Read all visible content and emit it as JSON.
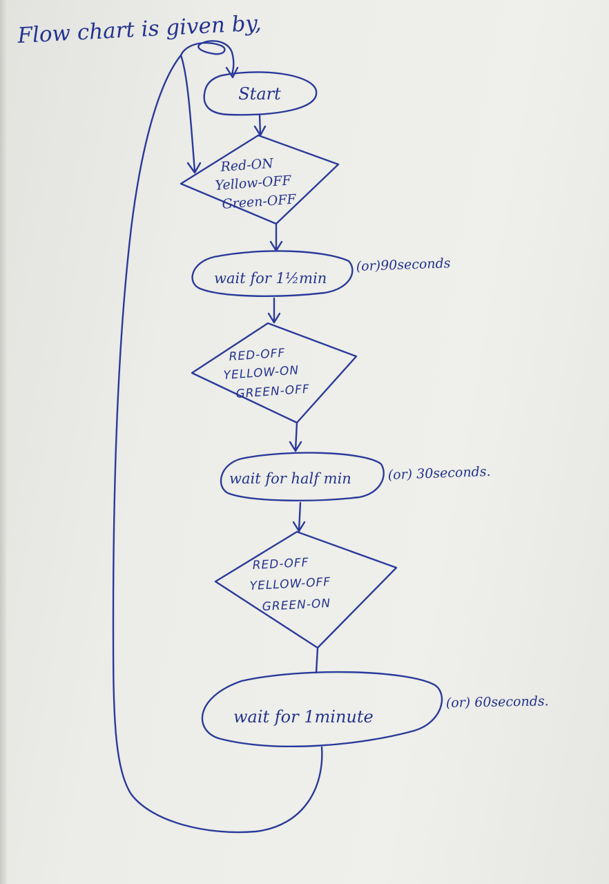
{
  "heading": "Flow chart is given by,",
  "nodes": {
    "start": "Start",
    "state1": [
      "Red-ON",
      "Yellow-OFF",
      "Green-OFF"
    ],
    "wait1": "wait for 1½min",
    "wait1_note": "(or)90seconds",
    "state2": [
      "RED-OFF",
      "YELLOW-ON",
      "GREEN-OFF"
    ],
    "wait2": "wait for half min",
    "wait2_note": "(or) 30seconds.",
    "state3": [
      "RED-OFF",
      "YELLOW-OFF",
      "GREEN-ON"
    ],
    "wait3": "wait for 1minute",
    "wait3_note": "(or) 60seconds."
  },
  "colors": {
    "ink": "#2a3a9a",
    "paper": "#ececE8"
  }
}
